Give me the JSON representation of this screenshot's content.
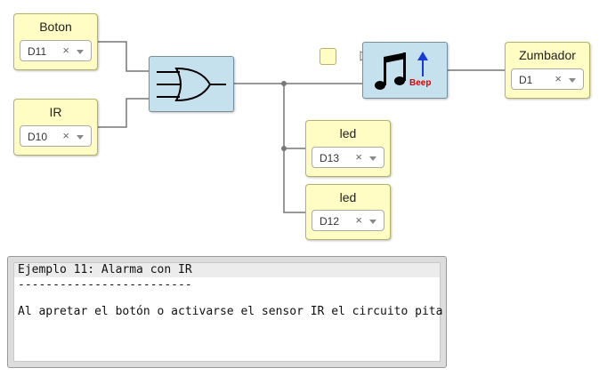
{
  "inputs": [
    {
      "title": "Boton",
      "pin": "D11"
    },
    {
      "title": "IR",
      "pin": "D10"
    }
  ],
  "outputs": [
    {
      "title": "Zumbador",
      "pin": "D1"
    },
    {
      "title": "led",
      "pin": "D13"
    },
    {
      "title": "led",
      "pin": "D12"
    }
  ],
  "buzzer": {
    "label": "Beep",
    "icon": "music-note-icon",
    "label_color": "#e00000"
  },
  "gate": {
    "icon": "or-gate-icon"
  },
  "colors": {
    "io_block": "#fffcc4",
    "logic_block": "#c6e1ee",
    "wire": "#777777"
  },
  "note": {
    "lines": [
      "Ejemplo 11: Alarma con IR",
      "-------------------------",
      "",
      "Al apretar el botón o activarse el sensor IR el circuito pita"
    ]
  }
}
